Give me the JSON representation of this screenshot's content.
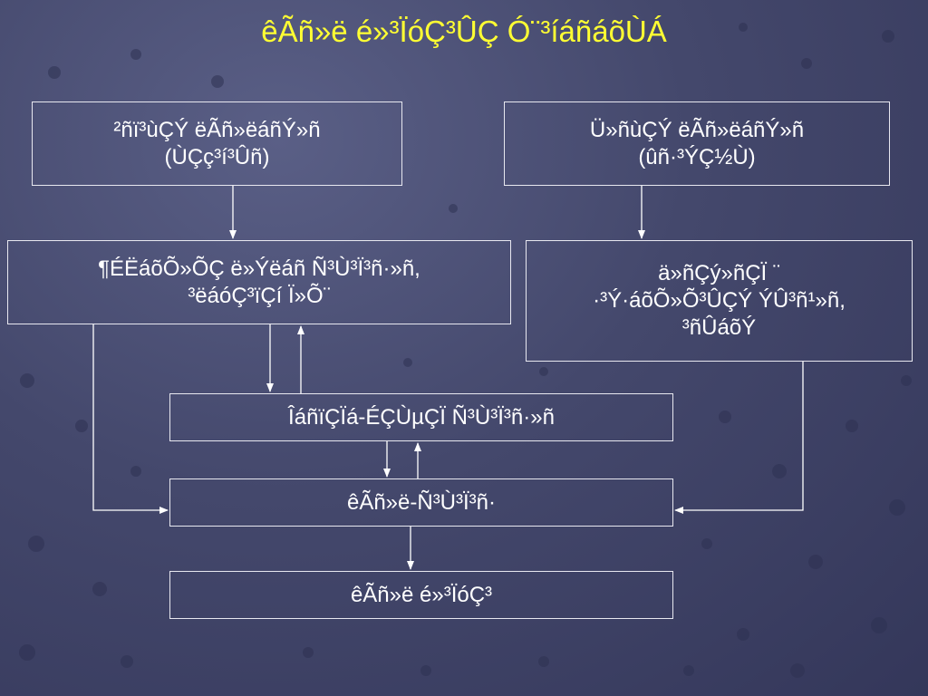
{
  "title": "êÃñ»ë é»³ÏóÇ³ÛÇ Ó¨³íáñáõÙÁ",
  "boxes": {
    "b1": "²ñï³ùÇÝ ëÃñ»ëáñÝ»ñ\n(ÙÇç³í³Ûñ)",
    "b2": "Ü»ñùÇÝ ëÃñ»ëáñÝ»ñ\n(ûñ·³ÝÇ½Ù)",
    "b3": "¶ÉËáõÕ»ÕÇ ë»Ýëáñ Ñ³Ù³Ï³ñ·»ñ,\n³ëáóÇ³ïÇí Ï»Õ¨",
    "b4": "ä»ñÇý»ñÇÏ ¨\n·³Ý·áõÕ»Õ³ÛÇÝ ÝÛ³ñ¹»ñ,\n³ñÛáõÝ",
    "b5": "ÎáñïÇÏá-ÉÇÙµÇÏ Ñ³Ù³Ï³ñ·»ñ",
    "b6": "êÃñ»ë-Ñ³Ù³Ï³ñ·",
    "b7": "êÃñ»ë é»³ÏóÇ³"
  },
  "colors": {
    "title": "#ffff33",
    "text": "#ffffff",
    "lines": "#ffffff"
  }
}
